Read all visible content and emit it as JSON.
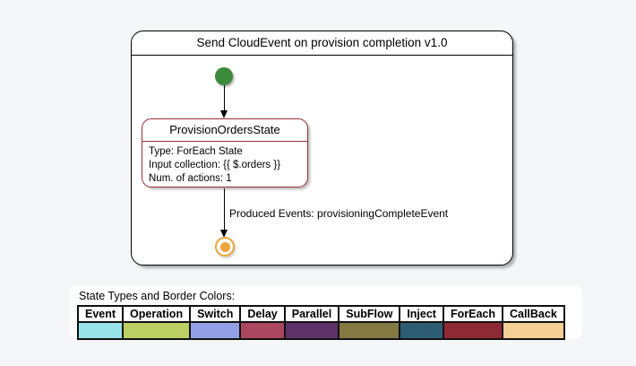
{
  "diagram": {
    "title": "Send CloudEvent on provision completion v1.0",
    "state": {
      "name": "ProvisionOrdersState",
      "details": [
        "Type: ForEach State",
        "Input collection: {{ $.orders }}",
        "Num. of actions: 1"
      ]
    },
    "transition_label": "Produced Events: provisioningCompleteEvent",
    "colors": {
      "start_node": "#3b8a3b",
      "end_node": "#efa43b",
      "state_border": "#9a2e36"
    }
  },
  "legend": {
    "title": "State Types and Border Colors:",
    "items": [
      {
        "label": "Event",
        "color": "#98e2ea"
      },
      {
        "label": "Operation",
        "color": "#bccf62"
      },
      {
        "label": "Switch",
        "color": "#93a0e8"
      },
      {
        "label": "Delay",
        "color": "#ab4760"
      },
      {
        "label": "Parallel",
        "color": "#5e3269"
      },
      {
        "label": "SubFlow",
        "color": "#847943"
      },
      {
        "label": "Inject",
        "color": "#2e5d73"
      },
      {
        "label": "ForEach",
        "color": "#8e2a33"
      },
      {
        "label": "CallBack",
        "color": "#f4cf96"
      }
    ]
  }
}
